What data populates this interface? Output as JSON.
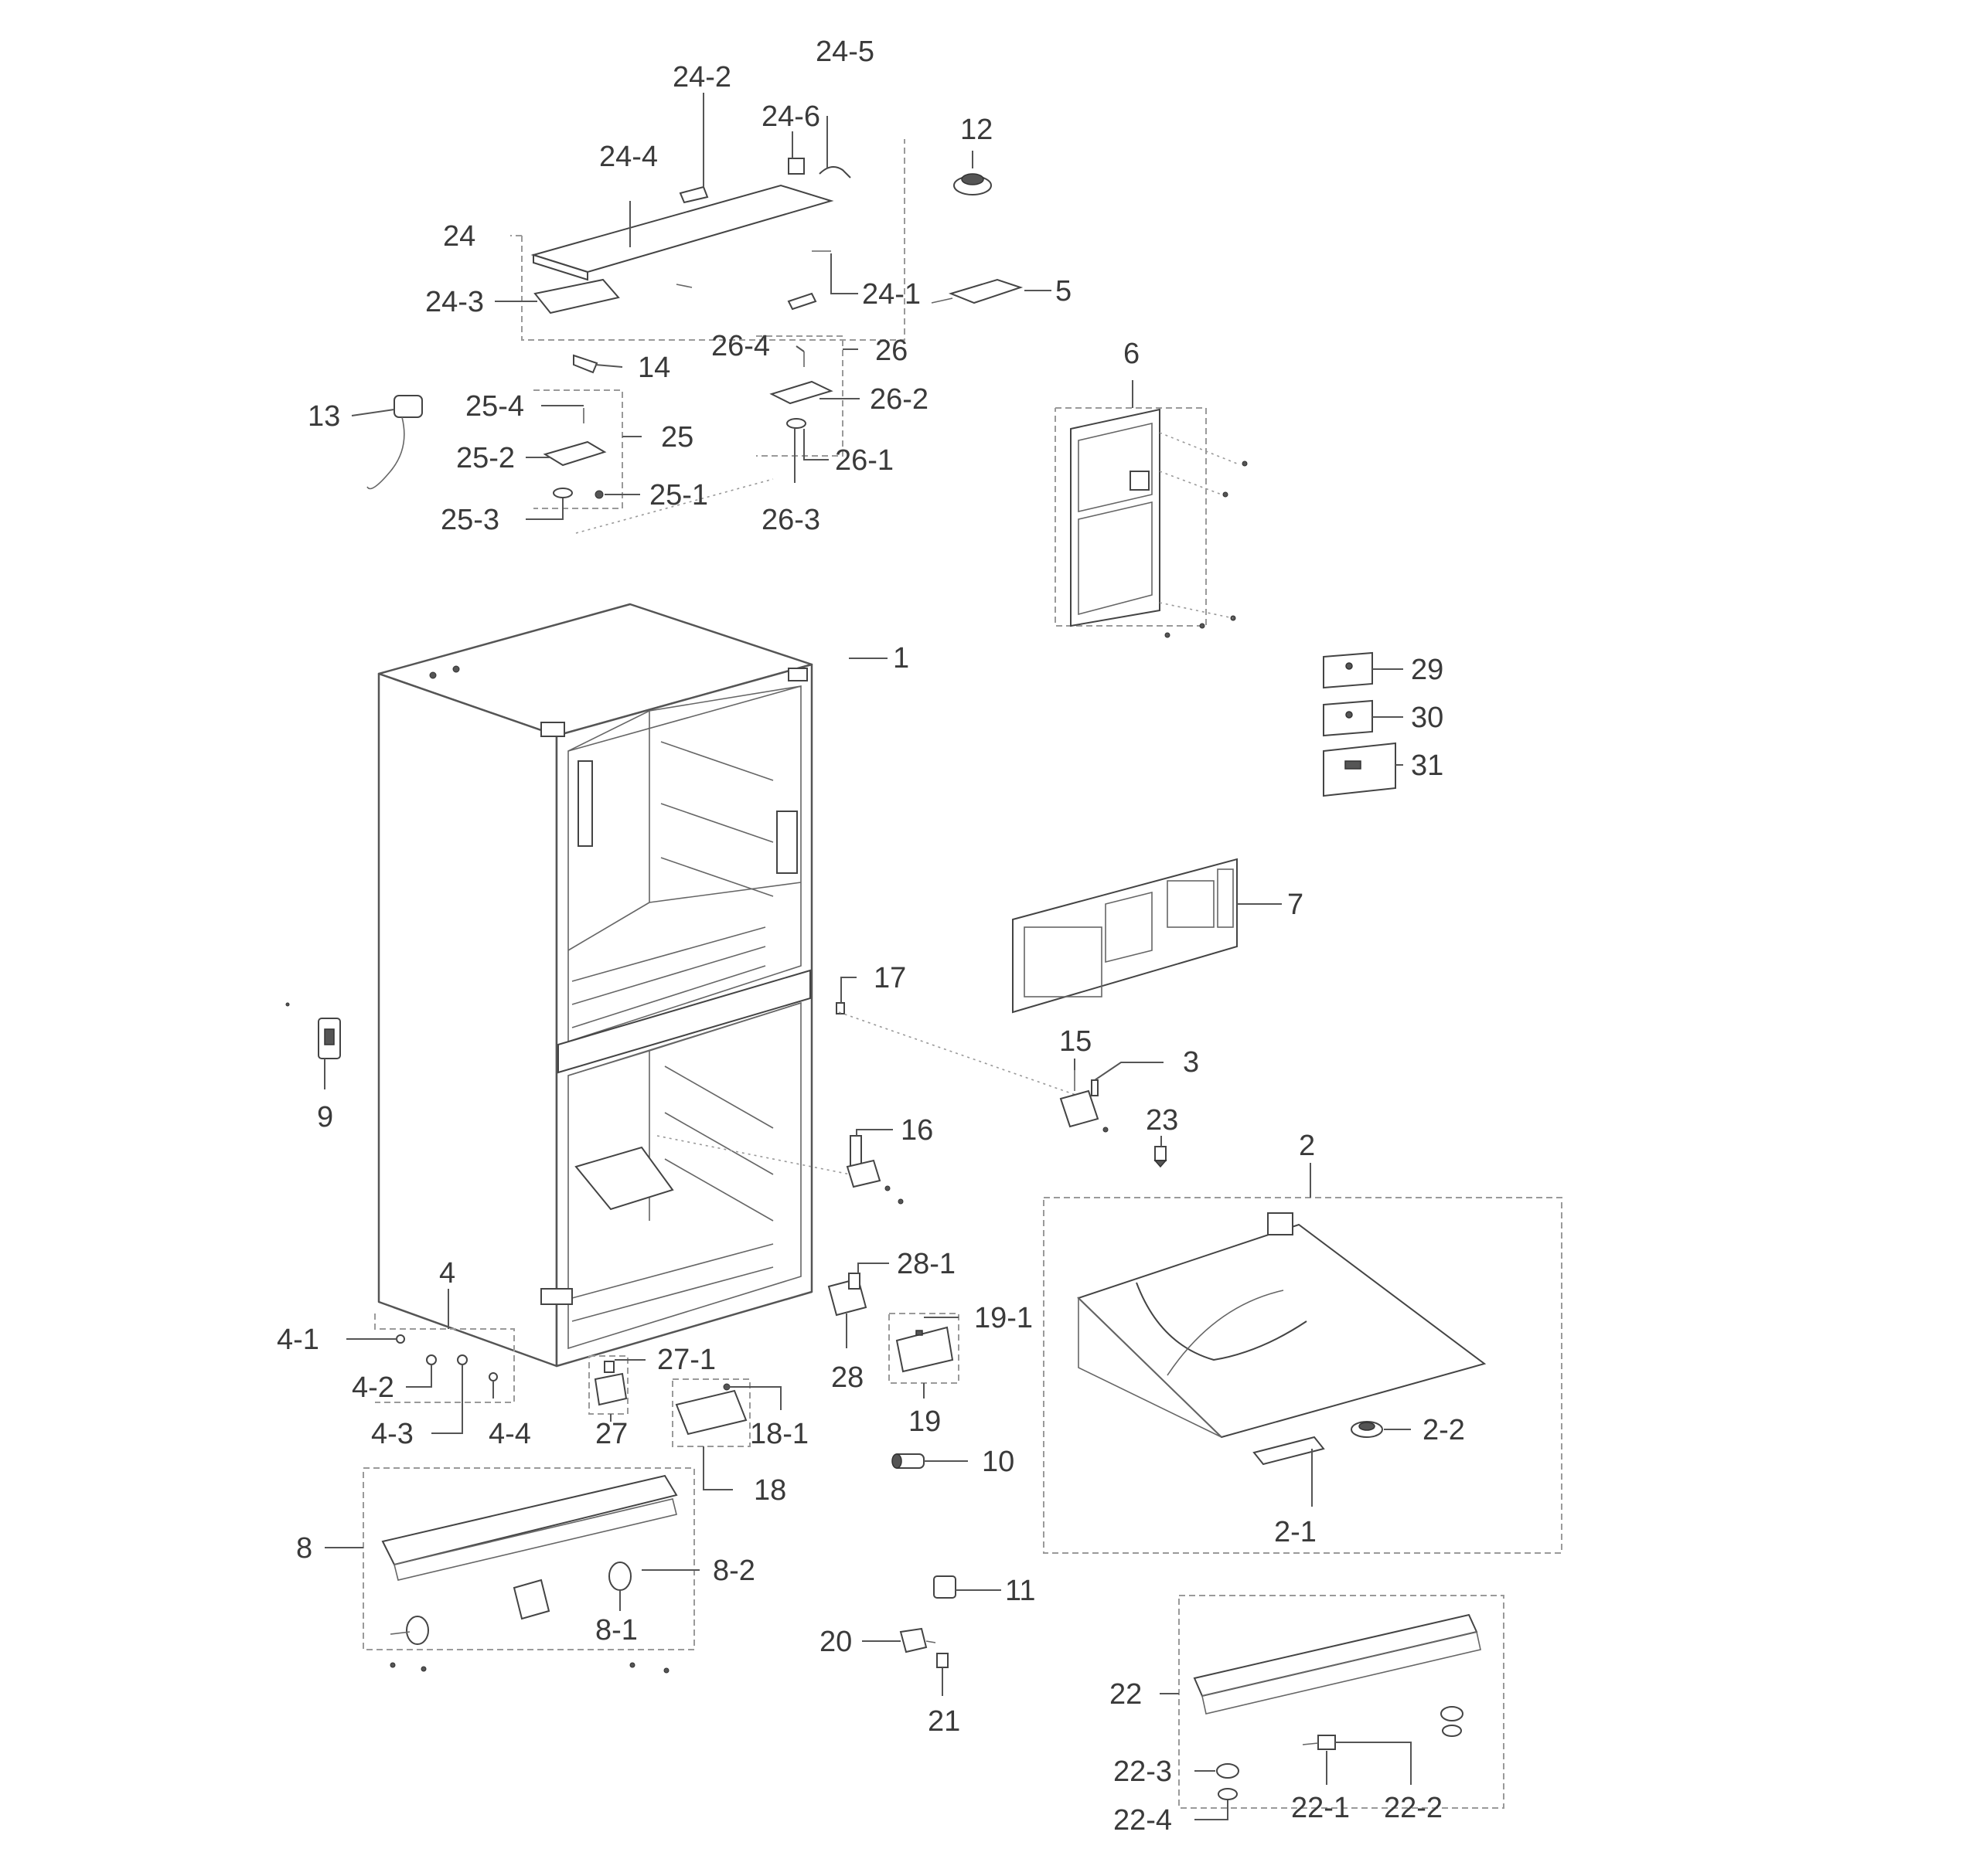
{
  "diagram": {
    "labels": {
      "l1": "1",
      "l2": "2",
      "l2_1": "2-1",
      "l2_2": "2-2",
      "l3": "3",
      "l4": "4",
      "l4_1": "4-1",
      "l4_2": "4-2",
      "l4_3": "4-3",
      "l4_4": "4-4",
      "l5": "5",
      "l6": "6",
      "l7": "7",
      "l8": "8",
      "l8_1": "8-1",
      "l8_2": "8-2",
      "l9": "9",
      "l10": "10",
      "l11": "11",
      "l12": "12",
      "l13": "13",
      "l14": "14",
      "l15": "15",
      "l16": "16",
      "l17": "17",
      "l18": "18",
      "l18_1": "18-1",
      "l19": "19",
      "l19_1": "19-1",
      "l20": "20",
      "l21": "21",
      "l22": "22",
      "l22_1": "22-1",
      "l22_2": "22-2",
      "l22_3": "22-3",
      "l22_4": "22-4",
      "l23": "23",
      "l24": "24",
      "l24_1": "24-1",
      "l24_2": "24-2",
      "l24_3": "24-3",
      "l24_4": "24-4",
      "l24_5": "24-5",
      "l24_6": "24-6",
      "l25": "25",
      "l25_1": "25-1",
      "l25_2": "25-2",
      "l25_3": "25-3",
      "l25_4": "25-4",
      "l26": "26",
      "l26_1": "26-1",
      "l26_2": "26-2",
      "l26_3": "26-3",
      "l26_4": "26-4",
      "l27": "27",
      "l27_1": "27-1",
      "l28": "28",
      "l28_1": "28-1",
      "l29": "29",
      "l30": "30",
      "l31": "31"
    }
  }
}
